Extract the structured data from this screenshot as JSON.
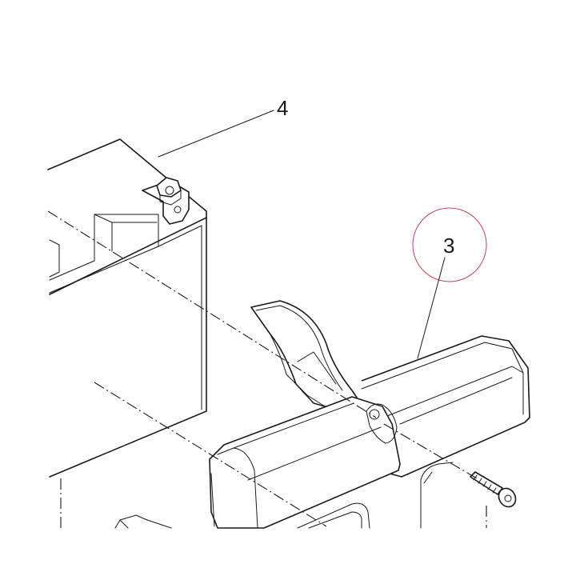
{
  "callouts": [
    {
      "id": "battery",
      "label": "4"
    },
    {
      "id": "bracket",
      "label": "3"
    }
  ],
  "colors": {
    "line": "#1a1a1a",
    "highlight_circle": "#c8414f",
    "background": "#ffffff"
  }
}
